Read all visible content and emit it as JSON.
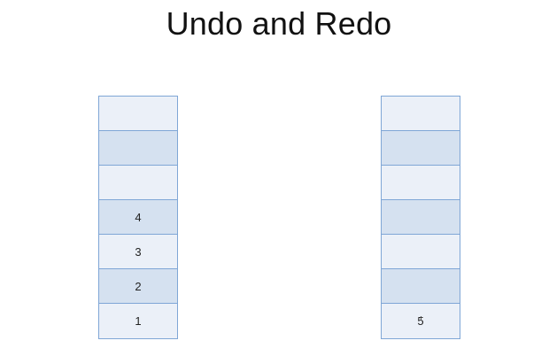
{
  "title": "Undo and Redo",
  "undo_stack": {
    "cells": [
      "",
      "",
      "",
      "4",
      "3",
      "2",
      "1"
    ]
  },
  "redo_stack": {
    "cells": [
      "",
      "",
      "",
      "",
      "",
      "",
      "5"
    ]
  },
  "colors": {
    "cell_light": "#ebf0f8",
    "cell_dark": "#d5e1f0",
    "border": "#7fa6d6"
  }
}
